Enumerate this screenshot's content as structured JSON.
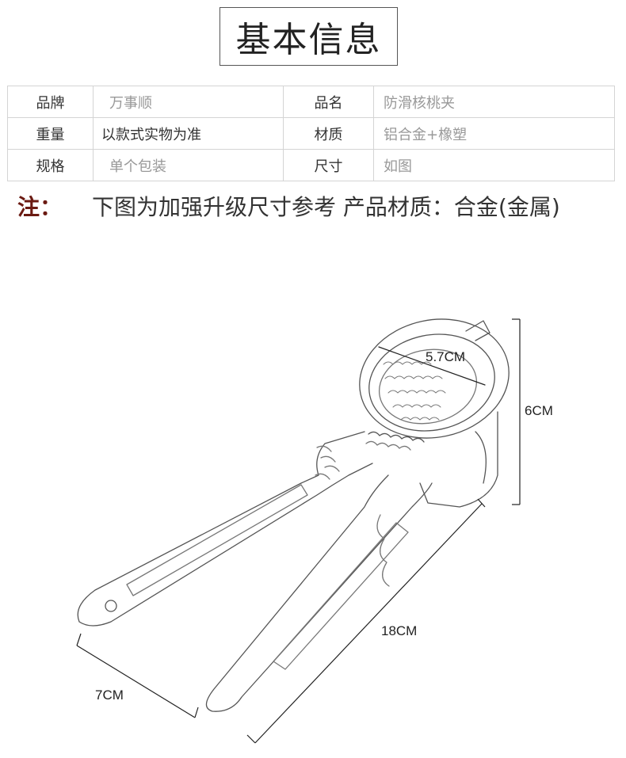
{
  "title": "基本信息",
  "table": {
    "rows": [
      {
        "label1": "品牌",
        "value1": "万事顺",
        "label2": "品名",
        "value2": "防滑核桃夹"
      },
      {
        "label1": "重量",
        "value1": "以款式实物为准",
        "label2": "材质",
        "value2": "铝合金+橡塑"
      },
      {
        "label1": "规格",
        "value1": "单个包装",
        "label2": "尺寸",
        "value2": "如图"
      }
    ]
  },
  "note": {
    "mark": "注：",
    "text": "下图为加强升级尺寸参考 产品材质：合金(金属)"
  },
  "dimensions": {
    "diameter": "5.7CM",
    "height": "6CM",
    "length": "18CM",
    "width": "7CM"
  }
}
